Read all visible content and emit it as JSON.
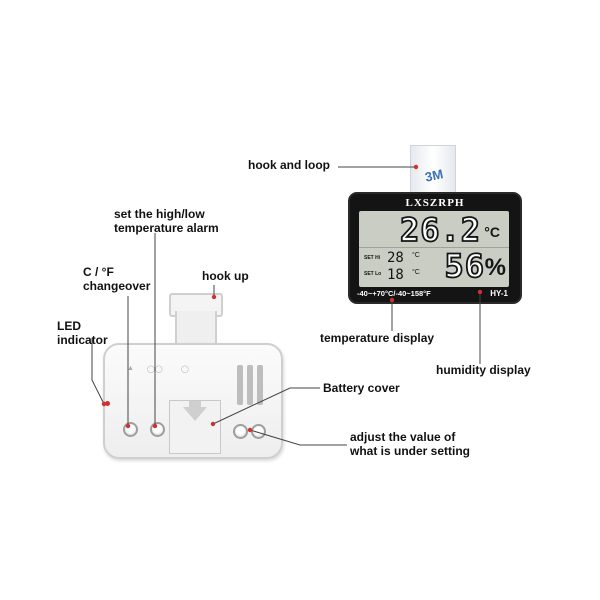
{
  "front": {
    "brand": "LXSZRPH",
    "clip_logo": "3M",
    "temperature": "26.2",
    "temperature_unit": "°C",
    "humidity": "56",
    "humidity_unit": "%",
    "set_high_label": "SET Hi",
    "set_low_label": "SET Lo",
    "set_high_value": "28",
    "set_low_value": "18",
    "set_high_unit": "°C",
    "set_low_unit": "°C",
    "range": "-40~+70°C/-40~158°F",
    "model": "HY-1"
  },
  "labels": {
    "hook_and_loop": "hook and loop",
    "set_alarm": "set the high/low\ntemperature alarm",
    "cf_changeover": "C / °F\nchangeover",
    "hook_up": "hook up",
    "led_indicator": "LED\nindicator",
    "temperature_display": "temperature display",
    "humidity_display": "humidity display",
    "battery_cover": "Battery cover",
    "adjust_value": "adjust the value of\nwhat is under setting"
  },
  "colors": {
    "leader_line": "#444444",
    "leader_dot": "#d32f2f",
    "device_front": "#141414",
    "lcd_background": "#c9cdc4",
    "device_back": "#f2f2f2"
  },
  "icons": {
    "battery_arrow": "down-arrow-icon",
    "led": "led-dot-icon"
  }
}
